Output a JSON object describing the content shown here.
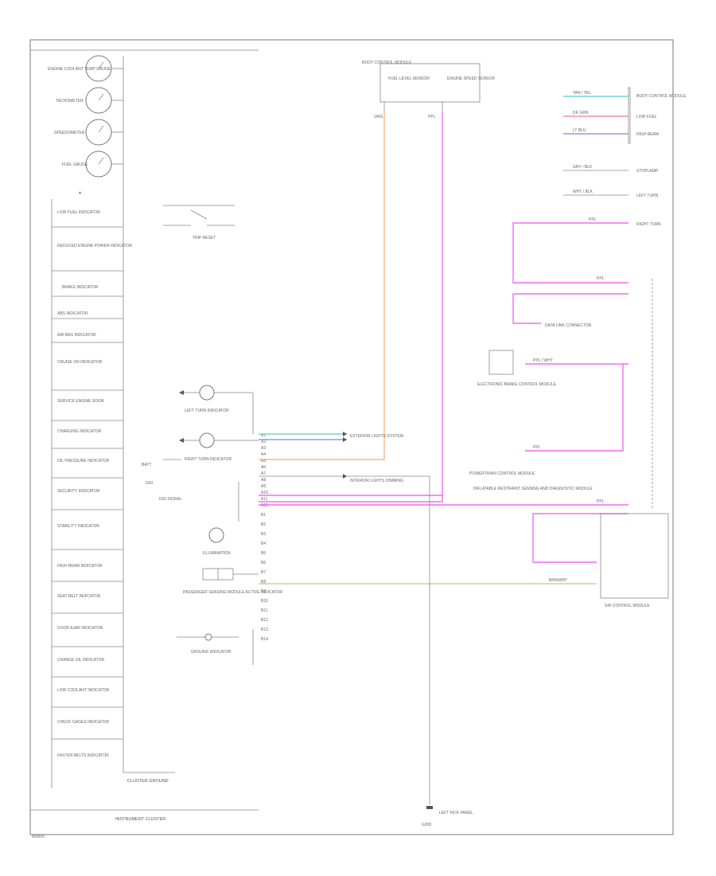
{
  "diagram": {
    "footer_code": "W0000",
    "cluster_label": "INSTRUMENT CLUSTER",
    "cluster_ground_label": "CLUSTER GROUND",
    "gauges": [
      {
        "label": "ENGINE COOLANT TEMP GAUGE"
      },
      {
        "label": "TACHOMETER"
      },
      {
        "label": "SPEEDOMETER"
      },
      {
        "label": "FUEL GAUGE"
      }
    ],
    "indicators": [
      "LOW FUEL INDICATOR",
      "REDUCED ENGINE POWER INDICATOR",
      "BRAKE INDICATOR",
      "ABS INDICATOR",
      "AIR BAG INDICATOR",
      "CRUISE ON INDICATOR",
      "SERVICE ENGINE SOON",
      "CHARGING INDICATOR",
      "OIL PRESSURE INDICATOR",
      "SECURITY INDICATOR",
      "STABILITY INDICATOR",
      "HIGH BEAM INDICATOR",
      "SEAT BELT INDICATOR",
      "DOOR AJAR INDICATOR",
      "CHANGE OIL INDICATOR",
      "LOW COOLANT INDICATOR",
      "CHECK GAGES INDICATOR",
      "FASTEN BELTS INDICATOR"
    ],
    "left_components": {
      "trip_reset": "TRIP RESET",
      "left_turn": "LEFT TURN INDICATOR",
      "right_turn": "RIGHT TURN INDICATOR",
      "illumination": "ILLUMINATION",
      "pass_sensing": "PASSENGER SENSING MODULE ACTIVE INDICATOR",
      "ground_ind": "GROUND INDICATOR",
      "batt": "BATT",
      "ign": "IGN",
      "ign2": "IGN SIGNAL"
    },
    "top_components": {
      "fuse_block": "BODY CONTROL MODULE",
      "tpms": "FUEL LEVEL SENSOR",
      "abs_sensor": "ENGINE SPEED SENSOR",
      "wire_left": "ORG",
      "wire_right": "PPL"
    },
    "right_components": [
      {
        "label": "BODY CONTROL MODULE",
        "wire": "TAN / YEL"
      },
      {
        "label": "LOW FUEL",
        "wire": "DK GRN"
      },
      {
        "label": "HIGH BEAM",
        "wire": "LT BLU"
      },
      {
        "label": "STOPLAMP",
        "wire": "GRY / BLK"
      },
      {
        "label": "LEFT TURN",
        "wire": "WHT / BLK"
      },
      {
        "label": "RIGHT TURN",
        "wire": "PPL"
      },
      {
        "label": "DATA LINK CONNECTOR",
        "wire": "PPL"
      },
      {
        "label": "ELECTRONIC BRAKE CONTROL MODULE",
        "wire": "PPL / WHT"
      },
      {
        "label": "POWERTRAIN CONTROL MODULE",
        "wire": "PPL"
      },
      {
        "label": "INFLATABLE RESTRAINT SENSING AND DIAGNOSTIC MODULE",
        "wire": "PPL"
      },
      {
        "label": "SIR CONTROL MODULE",
        "wire": "BRN/WHT"
      }
    ],
    "splice_labels": {
      "ground": "G200",
      "ground_desc": "LEFT KICK PANEL",
      "exterior": "EXTERIOR LIGHTS SYSTEM",
      "interior": "INTERIOR LIGHTS DIMMING"
    },
    "colors": {
      "orange": "#f2b98c",
      "magenta": "#f26cf2",
      "teal": "#6fd6cf",
      "pink": "#f08fb3",
      "blue": "#8d9ae6",
      "olive": "#cfcf9a",
      "frame": "#777777"
    }
  }
}
